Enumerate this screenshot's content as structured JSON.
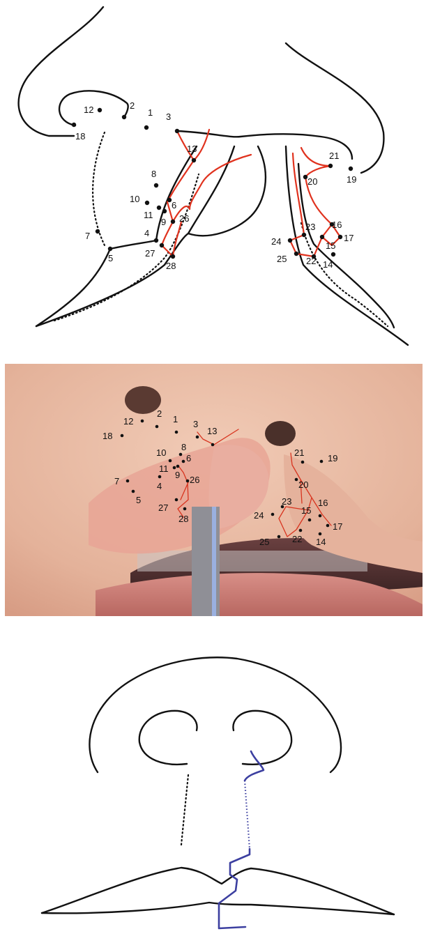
{
  "colors": {
    "outline": "#111111",
    "incision_lines": "#e0321e",
    "closure_line": "#3c3fa0",
    "skin": "#e8b9a3"
  },
  "top_panel": {
    "landmark_labels": [
      "1",
      "2",
      "3",
      "4",
      "5",
      "6",
      "7",
      "8",
      "9",
      "10",
      "11",
      "12",
      "13",
      "14",
      "15",
      "16",
      "17",
      "18",
      "19",
      "20",
      "21",
      "22",
      "23",
      "24",
      "25",
      "26",
      "27",
      "28"
    ]
  },
  "photo_panel": {
    "landmark_labels": [
      "1",
      "2",
      "3",
      "4",
      "5",
      "6",
      "7",
      "8",
      "9",
      "10",
      "11",
      "12",
      "13",
      "14",
      "15",
      "16",
      "17",
      "18",
      "19",
      "20",
      "21",
      "22",
      "23",
      "24",
      "25",
      "26",
      "27",
      "28"
    ]
  }
}
